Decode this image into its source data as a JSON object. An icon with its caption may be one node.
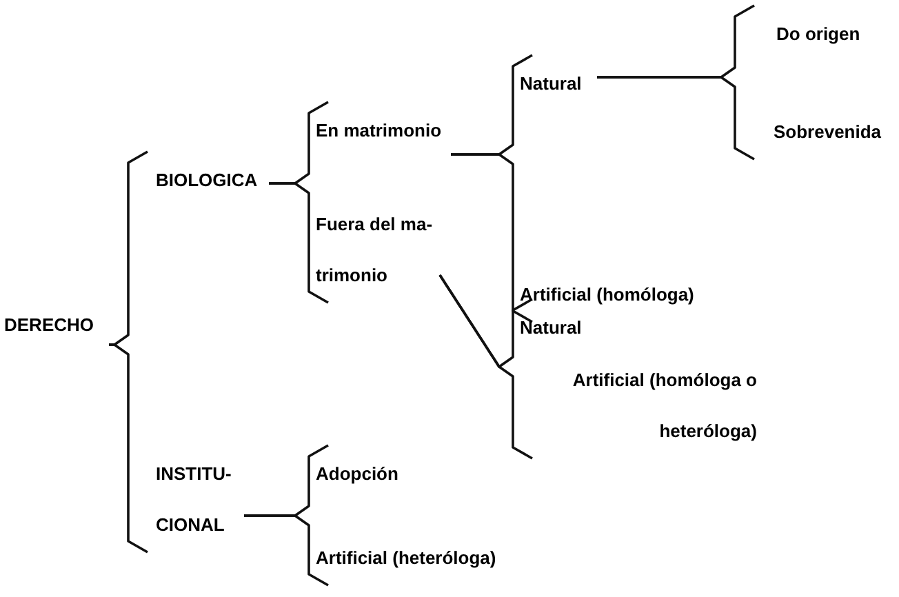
{
  "diagram": {
    "nodes": [
      {
        "text": [
          "DERECHO"
        ]
      },
      {
        "text": [
          "BIOLOGICA"
        ]
      },
      {
        "text": [
          "INSTITU- CIONAL"
        ]
      },
      {
        "text": [
          "En matrimonio"
        ]
      },
      {
        "text": [
          "Fuera del ma- trimonio"
        ]
      },
      {
        "text": [
          "Natural"
        ]
      },
      {
        "text": [
          "Artificial (homóloga)"
        ]
      },
      {
        "text": [
          "Do origen"
        ]
      },
      {
        "text": [
          "Sobrevenida"
        ]
      },
      {
        "text": [
          "Natural"
        ]
      },
      {
        "text": [
          "Artificial (homóloga o heteróloga)"
        ]
      },
      {
        "text": [
          "Adopción"
        ]
      },
      {
        "text": [
          "Artificial (heteróloga)"
        ]
      }
    ],
    "edges": [
      {
        "from": 0,
        "to": 1,
        "arrow": "none"
      },
      {
        "from": 0,
        "to": 2,
        "arrow": "none"
      },
      {
        "from": 1,
        "to": 3,
        "arrow": "none"
      },
      {
        "from": 1,
        "to": 4,
        "arrow": "none"
      },
      {
        "from": 3,
        "to": 5,
        "arrow": "none"
      },
      {
        "from": 3,
        "to": 6,
        "arrow": "none"
      },
      {
        "from": 5,
        "to": 7,
        "arrow": "none"
      },
      {
        "from": 5,
        "to": 8,
        "arrow": "none"
      },
      {
        "from": 4,
        "to": 9,
        "arrow": "none"
      },
      {
        "from": 4,
        "to": 10,
        "arrow": "none"
      },
      {
        "from": 2,
        "to": 11,
        "arrow": "none"
      },
      {
        "from": 2,
        "to": 12,
        "arrow": "none"
      }
    ]
  }
}
